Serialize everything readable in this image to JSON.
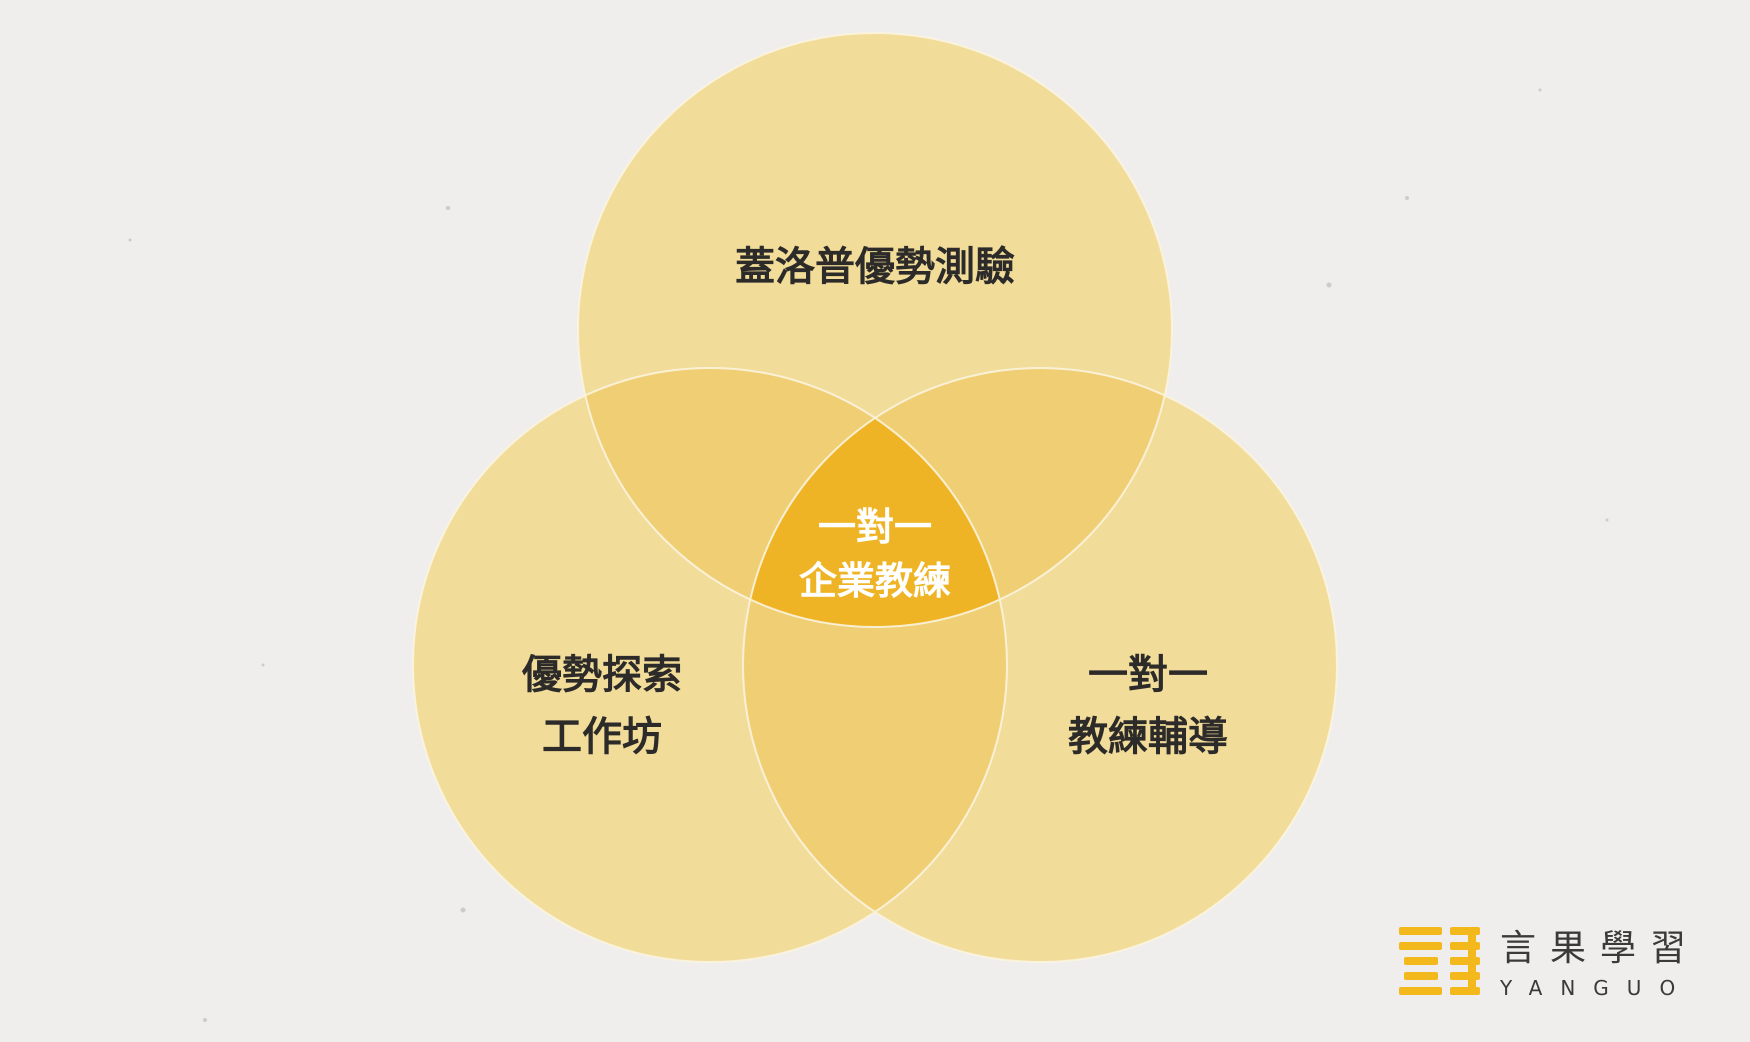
{
  "diagram": {
    "circles": [
      {
        "id": "top",
        "label_lines": [
          "蓋洛普優勢測驗"
        ]
      },
      {
        "id": "left",
        "label_lines": [
          "優勢探索",
          "工作坊"
        ]
      },
      {
        "id": "right",
        "label_lines": [
          "一對一",
          "教練輔導"
        ]
      }
    ],
    "center_label_lines": [
      "一對一",
      "企業教練"
    ]
  },
  "colors": {
    "background": "#efeeec",
    "circle_fill": "#f2dc99",
    "overlap_fill": "#f0ce74",
    "center_fill": "#eeb425",
    "accent": "#f2b81c"
  },
  "brand": {
    "icon": "yanguo-logo-mark",
    "name_cn": "言果學習",
    "name_en": "YANGUO"
  }
}
